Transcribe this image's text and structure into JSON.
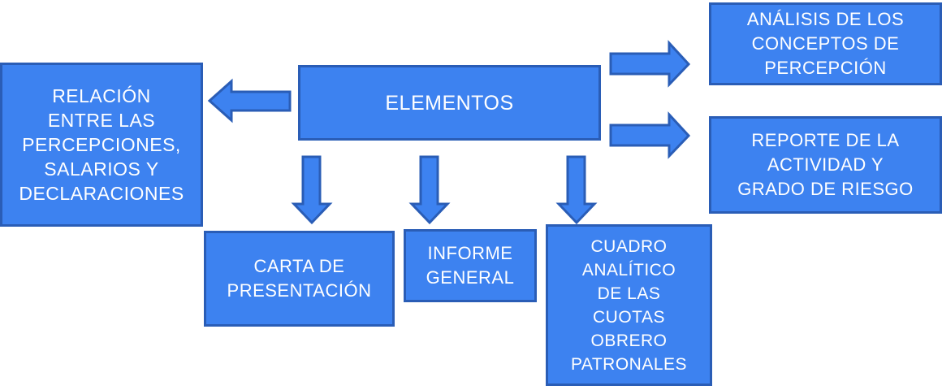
{
  "diagram": {
    "center": "ELEMENTOS",
    "left": "RELACIÓN\nENTRE LAS\nPERCEPCIONES,\nSALARIOS Y\nDECLARACIONES",
    "right_top": "ANÁLISIS DE LOS\nCONCEPTOS DE\nPERCEPCIÓN",
    "right_bottom": "REPORTE DE LA\nACTIVIDAD Y\nGRADO DE RIESGO",
    "bottom_1": "CARTA DE\nPRESENTACIÓN",
    "bottom_2": "INFORME\nGENERAL",
    "bottom_3": "CUADRO\nANALÍTICO\nDE LAS\nCUOTAS\nOBRERO\nPATRONALES"
  },
  "colors": {
    "box_fill": "#3d82f0",
    "box_border": "#2a5db6",
    "text": "#ffffff"
  }
}
